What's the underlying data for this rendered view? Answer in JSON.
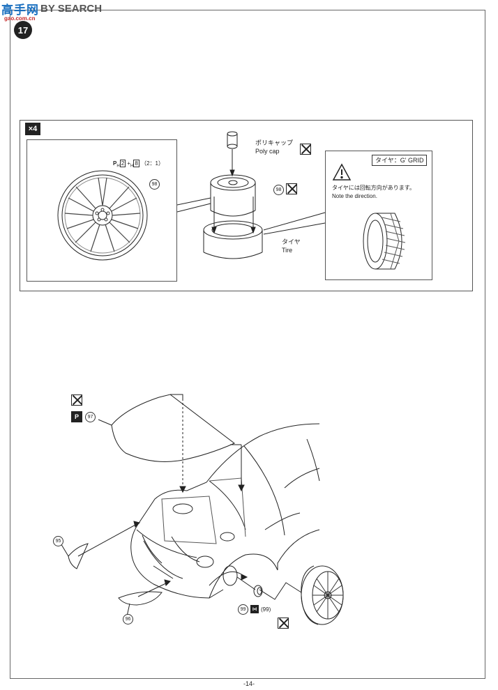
{
  "watermark": {
    "main": "高手网",
    "text": "BY SEARCH",
    "sub": "gao.com.cn"
  },
  "step_number": "17",
  "quantity": "×4",
  "wheel_section": {
    "paint_formula": {
      "p_prefix": "P",
      "p_sub": "H",
      "p_num": "2",
      "plus": "+",
      "h_sub": "H",
      "h_num": "8",
      "ratio": "（2：1）"
    },
    "wheel_part": "98"
  },
  "polycap": {
    "label_jp": "ポリキャップ",
    "label_en": "Poly cap"
  },
  "rim_part": "98",
  "tire": {
    "label_jp": "タイヤ",
    "label_en": "Tire"
  },
  "tire_note": {
    "brand": "タイヤ：G' GRID",
    "note_jp": "タイヤには回転方向があります。",
    "note_en": "Note the direction."
  },
  "car_section": {
    "hood_part": "97",
    "left_headlight_part": "95",
    "lower_part": "96",
    "hub_part": "99",
    "hub_part_paren": "(99)"
  },
  "page_number": "-14-",
  "colors": {
    "line": "#222222",
    "frame": "#666666",
    "watermark_blue": "#1a6fbf",
    "watermark_red": "#c62828"
  }
}
